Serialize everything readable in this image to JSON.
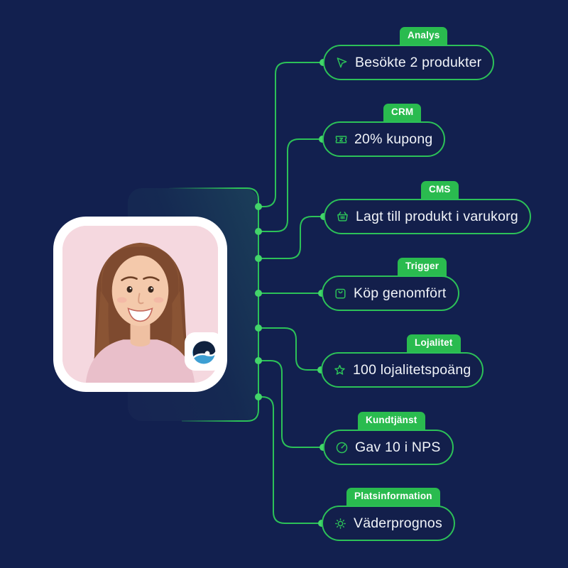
{
  "colors": {
    "background": "#12204f",
    "accent_green": "#2abb4f",
    "line_green": "#2cc158",
    "dot_green": "#43d56a",
    "pill_fill": "#131f4b",
    "text": "#f1f4f9",
    "logo_blue": "#3d9fd3",
    "logo_navy": "#10223f",
    "photo_pink": "#f5d8df"
  },
  "profile": {
    "photo": "smiling-woman-portrait",
    "logo": "voyado-logo"
  },
  "flow": {
    "items": [
      {
        "badge": "Analys",
        "label": "Besökte 2 produkter",
        "icon": "cursor-icon"
      },
      {
        "badge": "CRM",
        "label": "20% kupong",
        "icon": "coupon-icon"
      },
      {
        "badge": "CMS",
        "label": "Lagt till produkt i varukorg",
        "icon": "basket-icon"
      },
      {
        "badge": "Trigger",
        "label": "Köp genomfört",
        "icon": "shopping-bag-icon"
      },
      {
        "badge": "Lojalitet",
        "label": "100 lojalitetspoäng",
        "icon": "star-icon"
      },
      {
        "badge": "Kundtjänst",
        "label": "Gav 10 i NPS",
        "icon": "gauge-icon"
      },
      {
        "badge": "Platsinformation",
        "label": "Väderprognos",
        "icon": "sun-icon"
      }
    ]
  }
}
